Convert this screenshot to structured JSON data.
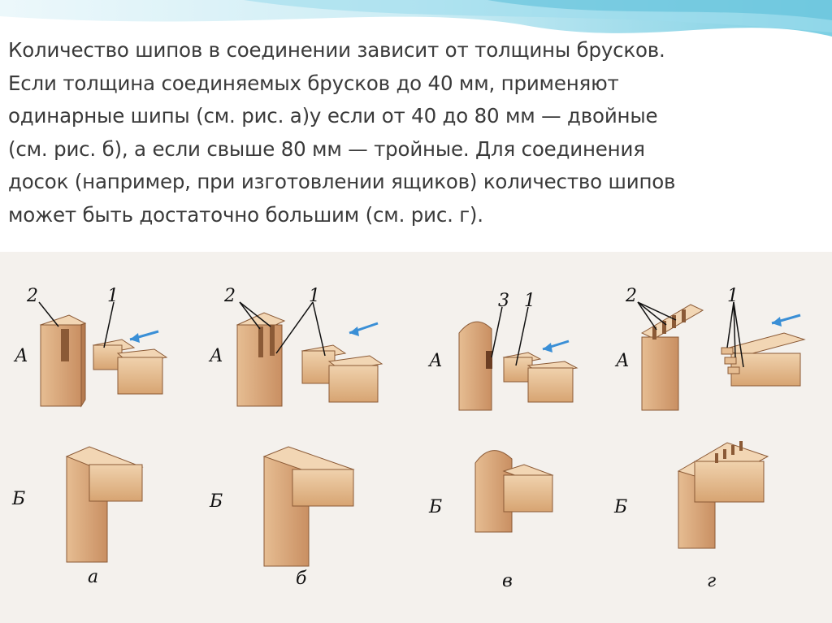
{
  "paragraph": [
    "Количество шипов в соединении зависит от толщины брусков.",
    "Если толщина соединяемых брусков до 40 мм, применяют",
    "одинарные шипы (см. рис. а)у если от 40 до 80 мм — двойные",
    "(см. рис. б), а если свыше 80 мм — тройные. Для соединения",
    "досок (например, при изготовлении ящиков) количество шипов",
    "может быть достаточно большим (см. рис. г)."
  ],
  "figure": {
    "row_labels": {
      "top": "А",
      "bottom": "Б"
    },
    "callouts": {
      "a": [
        "2",
        "1"
      ],
      "b": [
        "2",
        "1"
      ],
      "v": [
        "3",
        "1"
      ],
      "g": [
        "2",
        "1"
      ]
    },
    "columns": [
      "а",
      "б",
      "в",
      "г"
    ]
  },
  "colors": {
    "accent_wave": "#7fd3e6",
    "wood_light": "#e9c39a",
    "wood_mid": "#d9a877",
    "wood_dark": "#b98258",
    "arrow": "#3a8fd6"
  }
}
